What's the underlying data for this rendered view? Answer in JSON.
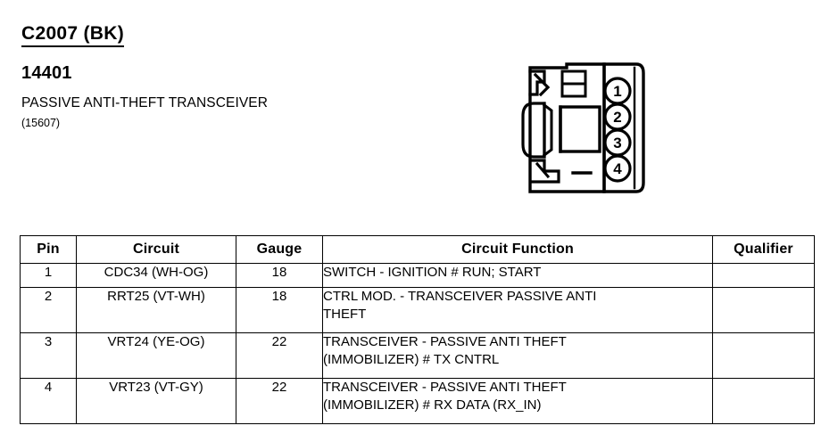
{
  "header": {
    "connector_id": "C2007 (BK)",
    "part_number": "14401",
    "component_name": "PASSIVE ANTI-THEFT TRANSCEIVER",
    "component_code": "(15607)"
  },
  "connector": {
    "pin_labels": [
      "1",
      "2",
      "3",
      "4"
    ]
  },
  "table": {
    "columns": [
      "Pin",
      "Circuit",
      "Gauge",
      "Circuit Function",
      "Qualifier"
    ],
    "rows": [
      {
        "pin": "1",
        "circuit": "CDC34 (WH-OG)",
        "gauge": "18",
        "function_lines": [
          "SWITCH - IGNITION # RUN; START"
        ],
        "qualifier": ""
      },
      {
        "pin": "2",
        "circuit": "RRT25 (VT-WH)",
        "gauge": "18",
        "function_lines": [
          "CTRL MOD. - TRANSCEIVER PASSIVE ANTI",
          "THEFT"
        ],
        "qualifier": ""
      },
      {
        "pin": "3",
        "circuit": "VRT24 (YE-OG)",
        "gauge": "22",
        "function_lines": [
          "TRANSCEIVER - PASSIVE ANTI THEFT",
          "(IMMOBILIZER) # TX CNTRL"
        ],
        "qualifier": ""
      },
      {
        "pin": "4",
        "circuit": "VRT23 (VT-GY)",
        "gauge": "22",
        "function_lines": [
          "TRANSCEIVER - PASSIVE ANTI THEFT",
          "(IMMOBILIZER) # RX DATA (RX_IN)"
        ],
        "qualifier": ""
      }
    ]
  },
  "colors": {
    "ink": "#000000",
    "paper": "#ffffff"
  }
}
